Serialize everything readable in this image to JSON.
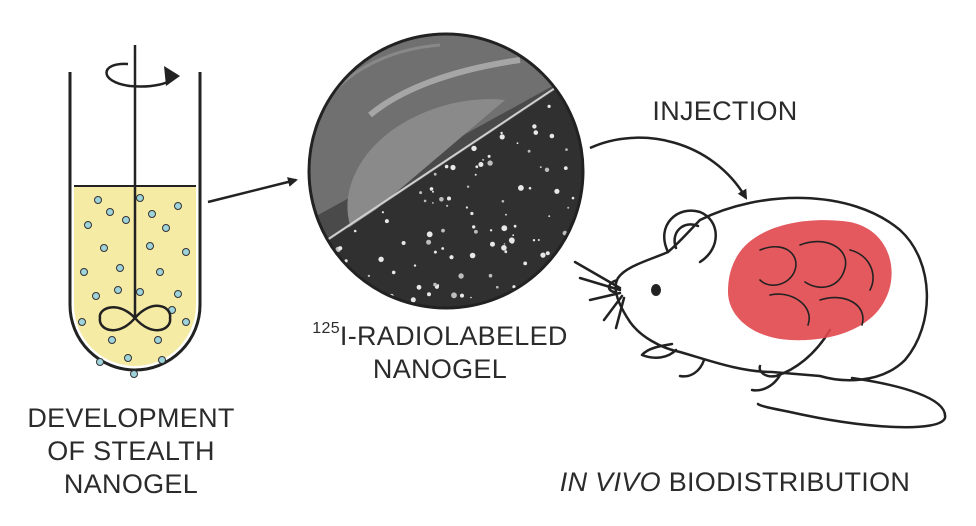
{
  "tube_label": {
    "line1": "DEVELOPMENT",
    "line2": "OF STEALTH",
    "line3": "NANOGEL"
  },
  "nanogel_label": {
    "superscript": "125",
    "line1": "I-RADIOLABELED",
    "line2": "NANOGEL"
  },
  "injection_label": "INJECTION",
  "biodistribution_label": {
    "italic": "IN VIVO",
    "rest": " BIODISTRIBUTION"
  },
  "colors": {
    "liquid": "#f6eba5",
    "particle": "#9fd3dc",
    "organ": "#e0474c",
    "outline": "#222222"
  }
}
